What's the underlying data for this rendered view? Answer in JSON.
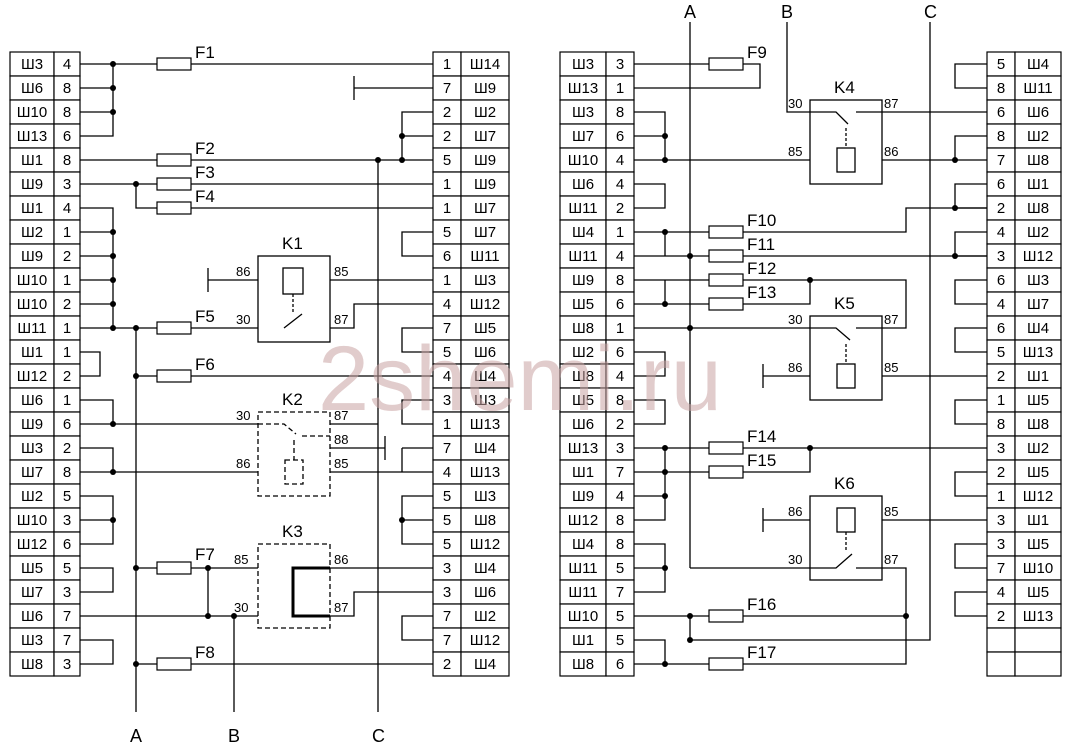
{
  "watermark": "2shemi.ru",
  "bus_labels": {
    "left": [
      "A",
      "B",
      "C"
    ],
    "right": [
      "A",
      "B",
      "C"
    ]
  },
  "blocks": {
    "left_left": [
      [
        "Ш3",
        "4"
      ],
      [
        "Ш6",
        "8"
      ],
      [
        "Ш10",
        "8"
      ],
      [
        "Ш13",
        "6"
      ],
      [
        "Ш1",
        "8"
      ],
      [
        "Ш9",
        "3"
      ],
      [
        "Ш1",
        "4"
      ],
      [
        "Ш2",
        "1"
      ],
      [
        "Ш9",
        "2"
      ],
      [
        "Ш10",
        "1"
      ],
      [
        "Ш10",
        "2"
      ],
      [
        "Ш11",
        "1"
      ],
      [
        "Ш1",
        "1"
      ],
      [
        "Ш12",
        "2"
      ],
      [
        "Ш6",
        "1"
      ],
      [
        "Ш9",
        "6"
      ],
      [
        "Ш3",
        "2"
      ],
      [
        "Ш7",
        "8"
      ],
      [
        "Ш2",
        "5"
      ],
      [
        "Ш10",
        "3"
      ],
      [
        "Ш12",
        "6"
      ],
      [
        "Ш5",
        "5"
      ],
      [
        "Ш7",
        "3"
      ],
      [
        "Ш6",
        "7"
      ],
      [
        "Ш3",
        "7"
      ],
      [
        "Ш8",
        "3"
      ]
    ],
    "left_right": [
      [
        "1",
        "Ш14"
      ],
      [
        "7",
        "Ш9"
      ],
      [
        "2",
        "Ш2"
      ],
      [
        "2",
        "Ш7"
      ],
      [
        "5",
        "Ш9"
      ],
      [
        "1",
        "Ш9"
      ],
      [
        "1",
        "Ш7"
      ],
      [
        "5",
        "Ш7"
      ],
      [
        "6",
        "Ш11"
      ],
      [
        "1",
        "Ш3"
      ],
      [
        "4",
        "Ш12"
      ],
      [
        "7",
        "Ш5"
      ],
      [
        "5",
        "Ш6"
      ],
      [
        "4",
        "Ш4"
      ],
      [
        "3",
        "Ш3"
      ],
      [
        "1",
        "Ш13"
      ],
      [
        "7",
        "Ш4"
      ],
      [
        "4",
        "Ш13"
      ],
      [
        "5",
        "Ш3"
      ],
      [
        "5",
        "Ш8"
      ],
      [
        "5",
        "Ш12"
      ],
      [
        "3",
        "Ш4"
      ],
      [
        "3",
        "Ш6"
      ],
      [
        "7",
        "Ш2"
      ],
      [
        "7",
        "Ш12"
      ],
      [
        "2",
        "Ш4"
      ]
    ],
    "right_left": [
      [
        "Ш3",
        "3"
      ],
      [
        "Ш13",
        "1"
      ],
      [
        "Ш3",
        "8"
      ],
      [
        "Ш7",
        "6"
      ],
      [
        "Ш10",
        "4"
      ],
      [
        "Ш6",
        "4"
      ],
      [
        "Ш11",
        "2"
      ],
      [
        "Ш4",
        "1"
      ],
      [
        "Ш11",
        "4"
      ],
      [
        "Ш9",
        "8"
      ],
      [
        "Ш5",
        "6"
      ],
      [
        "Ш8",
        "1"
      ],
      [
        "Ш2",
        "6"
      ],
      [
        "Ш8",
        "4"
      ],
      [
        "Ш5",
        "8"
      ],
      [
        "Ш6",
        "2"
      ],
      [
        "Ш13",
        "3"
      ],
      [
        "Ш1",
        "7"
      ],
      [
        "Ш9",
        "4"
      ],
      [
        "Ш12",
        "8"
      ],
      [
        "Ш4",
        "8"
      ],
      [
        "Ш11",
        "5"
      ],
      [
        "Ш11",
        "7"
      ],
      [
        "Ш10",
        "5"
      ],
      [
        "Ш1",
        "5"
      ],
      [
        "Ш8",
        "6"
      ]
    ],
    "right_right": [
      [
        "5",
        "Ш4"
      ],
      [
        "8",
        "Ш11"
      ],
      [
        "6",
        "Ш6"
      ],
      [
        "8",
        "Ш2"
      ],
      [
        "7",
        "Ш8"
      ],
      [
        "6",
        "Ш1"
      ],
      [
        "2",
        "Ш8"
      ],
      [
        "4",
        "Ш2"
      ],
      [
        "3",
        "Ш12"
      ],
      [
        "6",
        "Ш3"
      ],
      [
        "4",
        "Ш7"
      ],
      [
        "6",
        "Ш4"
      ],
      [
        "5",
        "Ш13"
      ],
      [
        "2",
        "Ш1"
      ],
      [
        "1",
        "Ш5"
      ],
      [
        "8",
        "Ш8"
      ],
      [
        "3",
        "Ш2"
      ],
      [
        "2",
        "Ш5"
      ],
      [
        "1",
        "Ш12"
      ],
      [
        "3",
        "Ш1"
      ],
      [
        "3",
        "Ш5"
      ],
      [
        "7",
        "Ш10"
      ],
      [
        "4",
        "Ш5"
      ],
      [
        "2",
        "Ш13"
      ],
      [
        "",
        ""
      ],
      [
        "",
        ""
      ]
    ]
  },
  "fuses": [
    "F1",
    "F2",
    "F3",
    "F4",
    "F5",
    "F6",
    "F7",
    "F8",
    "F9",
    "F10",
    "F11",
    "F12",
    "F13",
    "F14",
    "F15",
    "F16",
    "F17"
  ],
  "relays": {
    "K1": {
      "name": "K1",
      "pins": [
        "86",
        "85",
        "30",
        "87"
      ]
    },
    "K2": {
      "name": "K2",
      "pins": [
        "30",
        "87",
        "88",
        "86",
        "85"
      ]
    },
    "K3": {
      "name": "K3",
      "pins": [
        "85",
        "86",
        "30",
        "87"
      ]
    },
    "K4": {
      "name": "K4",
      "pins": [
        "30",
        "87",
        "85",
        "86"
      ]
    },
    "K5": {
      "name": "K5",
      "pins": [
        "30",
        "87",
        "86",
        "85"
      ]
    },
    "K6": {
      "name": "K6",
      "pins": [
        "86",
        "85",
        "30",
        "87"
      ]
    }
  },
  "colors": {
    "line": "#000000",
    "watermark": "#c9a3a3",
    "background": "#ffffff"
  }
}
